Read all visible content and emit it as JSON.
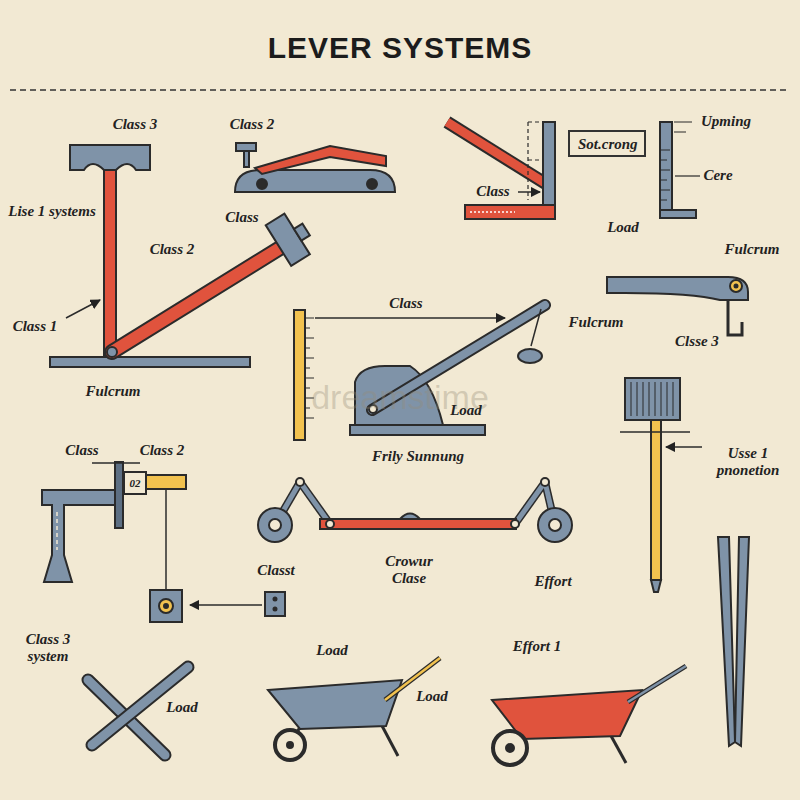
{
  "diagram": {
    "title": "LEVER SYSTEMS",
    "nodes": [
      {
        "text": [
          "Sot.crong"
        ]
      }
    ],
    "labels": [
      "Class 3",
      "Class 2",
      "Upming",
      "Cere",
      "Class",
      "Load",
      "Lise 1 systems",
      "Class",
      "Fulcrum",
      "Class 2",
      "Class",
      "Class 1",
      "Fulcrum",
      "Clsse 3",
      "Fulcrum",
      "dreamstime",
      "Load",
      "Frily Sunnung",
      "Class",
      "Class 2",
      "Usse 1 pnonetion",
      "02",
      "Crowur Clase",
      "Classt",
      "Effort",
      "Class 3 system",
      "Load",
      "Effort 1",
      "Load",
      "Load"
    ]
  }
}
